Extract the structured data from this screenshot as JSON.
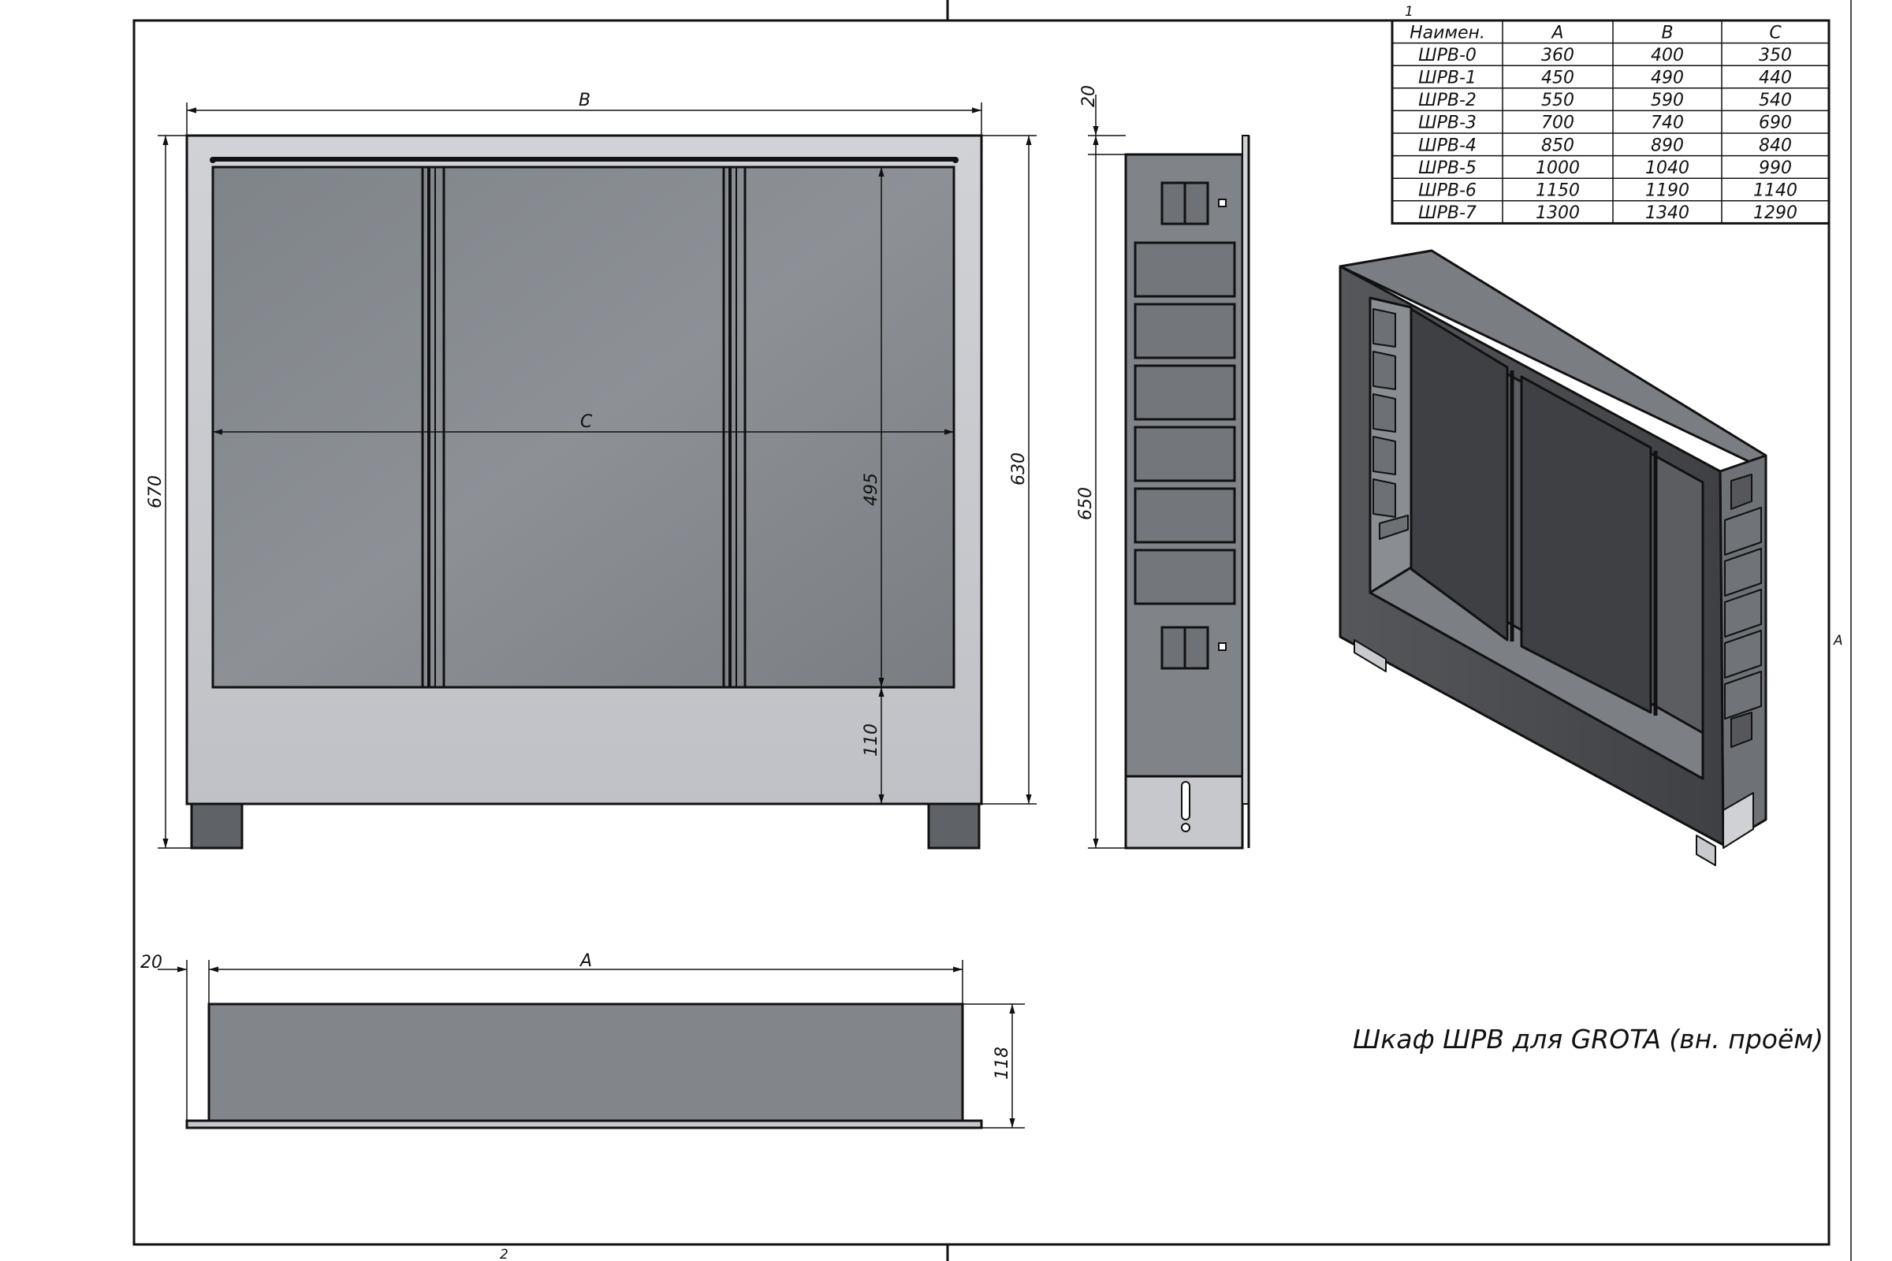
{
  "sheet": {
    "zone_top": "1",
    "zone_bottom": "2",
    "zone_right": "A"
  },
  "title": "Шкаф ШРВ для GROTA (вн. проём)",
  "front_view": {
    "dim_width_outer": "B",
    "dim_width_inner": "C",
    "dim_total_height": "670",
    "dim_body_height": "630",
    "dim_opening_height": "495",
    "dim_bottom_panel": "110"
  },
  "side_view": {
    "dim_top_offset": "20",
    "dim_height": "650"
  },
  "top_view": {
    "dim_offset": "20",
    "dim_length": "A",
    "dim_depth": "118"
  },
  "size_table": {
    "headers": [
      "Наимен.",
      "A",
      "B",
      "C"
    ],
    "rows": [
      [
        "ШРВ-0",
        "360",
        "400",
        "350"
      ],
      [
        "ШРВ-1",
        "450",
        "490",
        "440"
      ],
      [
        "ШРВ-2",
        "550",
        "590",
        "540"
      ],
      [
        "ШРВ-3",
        "700",
        "740",
        "690"
      ],
      [
        "ШРВ-4",
        "850",
        "890",
        "840"
      ],
      [
        "ШРВ-5",
        "1000",
        "1040",
        "990"
      ],
      [
        "ШРВ-6",
        "1150",
        "1190",
        "1140"
      ],
      [
        "ШРВ-7",
        "1300",
        "1340",
        "1290"
      ]
    ]
  },
  "colors": {
    "line": "#111111",
    "panel_gray": "#868a90",
    "frame_light": "#c9cbd0",
    "dark_gray": "#5b5d60",
    "iso_face": "#4a4b4e"
  }
}
